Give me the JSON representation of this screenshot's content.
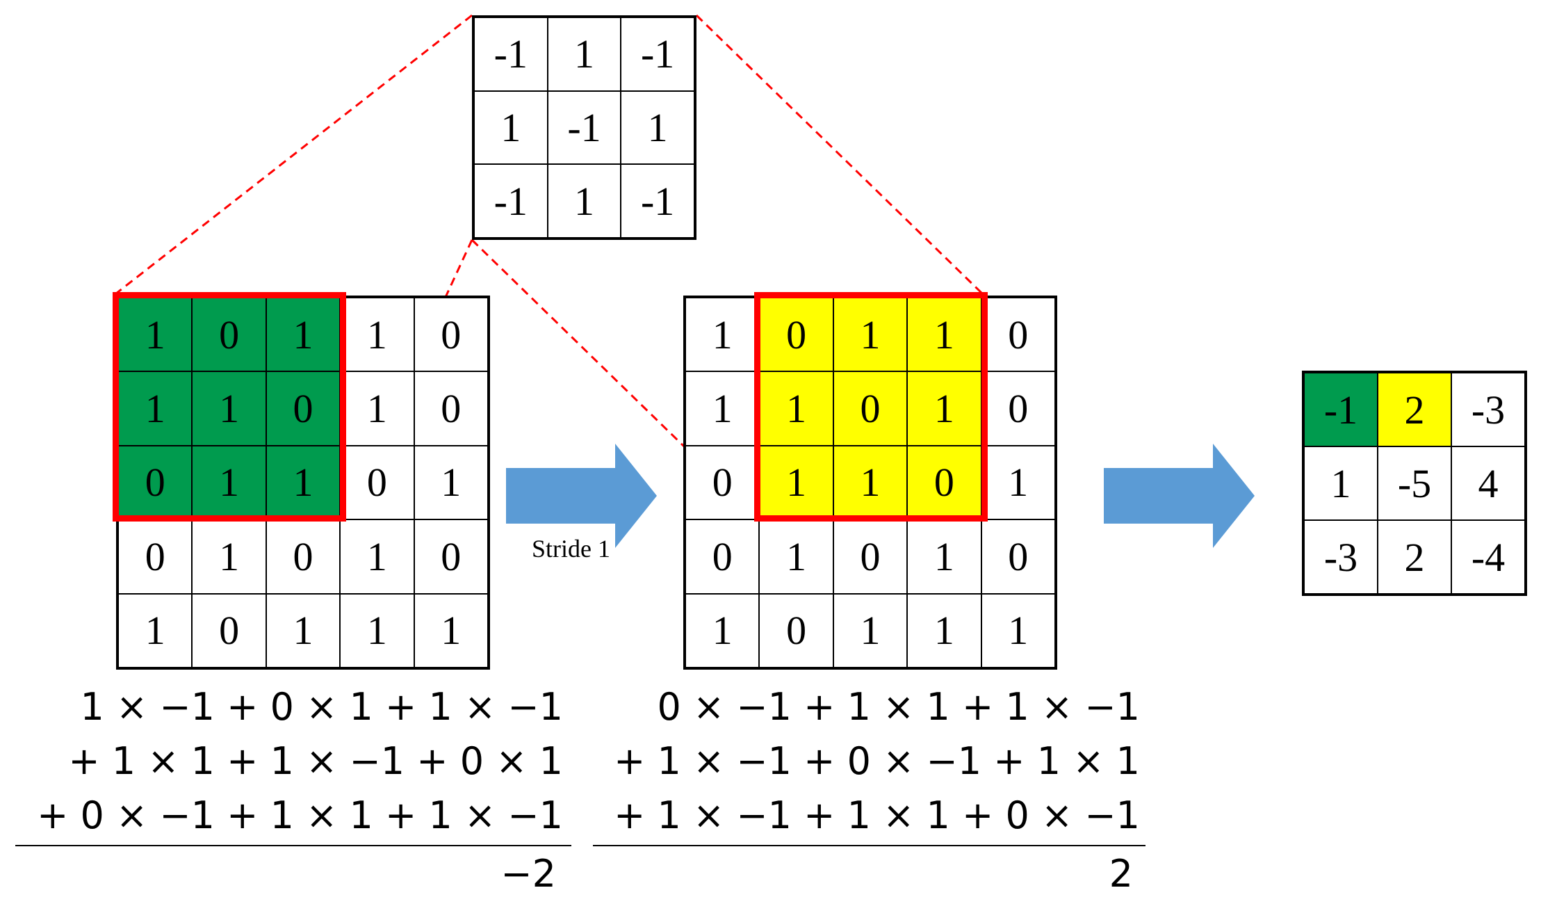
{
  "colors": {
    "window_border": "#FF0000",
    "green_highlight": "#009B4E",
    "yellow_highlight": "#FFFF00",
    "arrow_fill": "#5B9BD5",
    "dashed_line": "#FF0000"
  },
  "kernel": [
    [
      "-1",
      "1",
      "-1"
    ],
    [
      "1",
      "-1",
      "1"
    ],
    [
      "-1",
      "1",
      "-1"
    ]
  ],
  "input": [
    [
      "1",
      "0",
      "1",
      "1",
      "0"
    ],
    [
      "1",
      "1",
      "0",
      "1",
      "0"
    ],
    [
      "0",
      "1",
      "1",
      "0",
      "1"
    ],
    [
      "0",
      "1",
      "0",
      "1",
      "0"
    ],
    [
      "1",
      "0",
      "1",
      "1",
      "1"
    ]
  ],
  "output": [
    [
      "-1",
      "2",
      "-3"
    ],
    [
      "1",
      "-5",
      "4"
    ],
    [
      "-3",
      "2",
      "-4"
    ]
  ],
  "stride_label": "Stride 1",
  "arrow_icon": "right-arrow-icon",
  "eq_left": {
    "line1": "1 × −1 + 0 × 1 + 1 × −1",
    "line2": "+ 1 × 1 + 1 × −1 + 0 × 1",
    "line3": "+ 0 × −1 + 1 × 1 + 1 × −1",
    "result": "−2"
  },
  "eq_right": {
    "line1": "0 × −1 + 1 × 1 + 1 × −1",
    "line2": "+ 1 × −1 + 0 × −1 + 1 × 1",
    "line3": "+ 1 × −1 + 1 × 1 + 0 × −1",
    "result": "2"
  }
}
